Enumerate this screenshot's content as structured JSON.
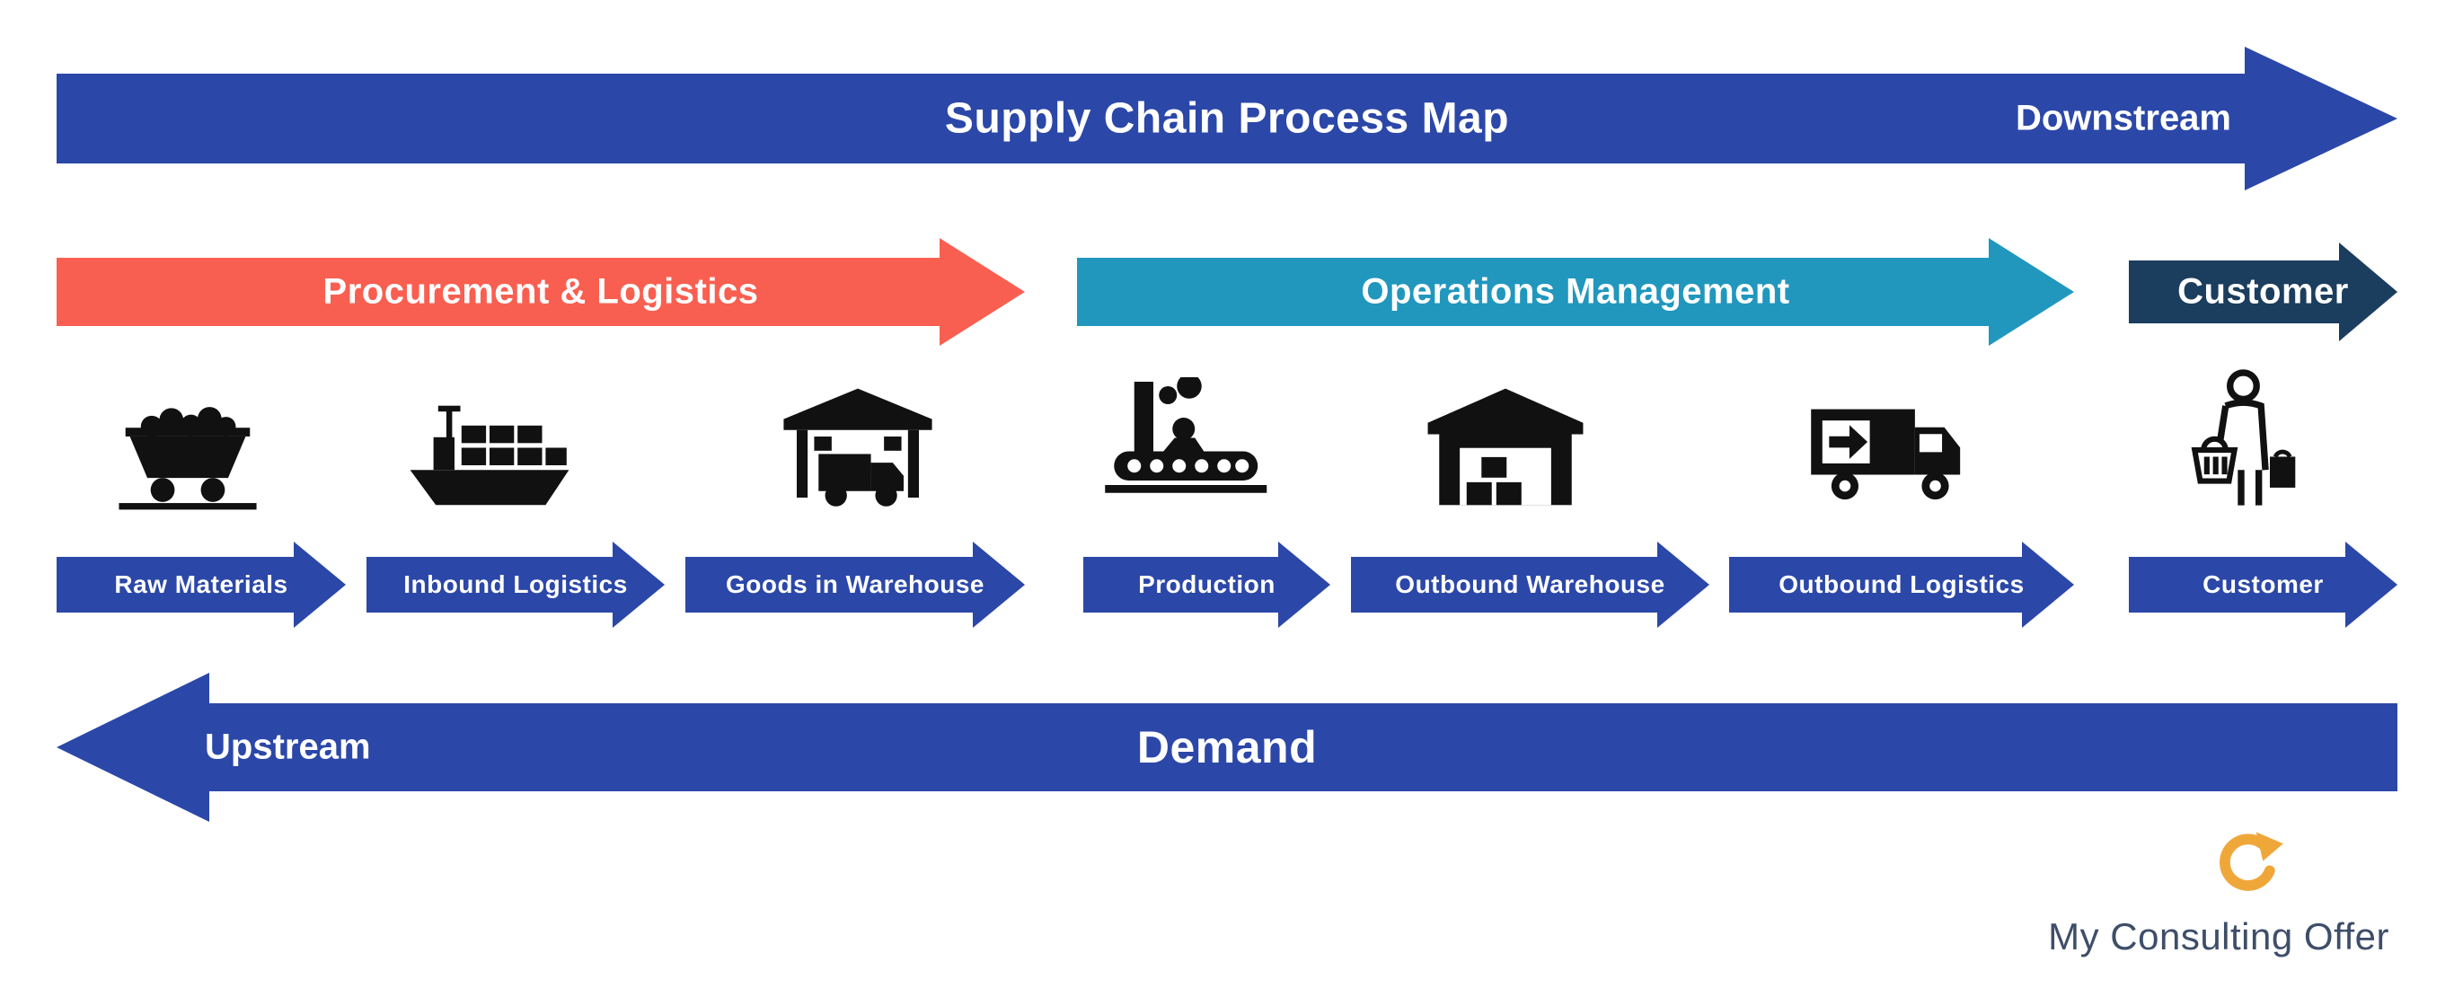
{
  "colors": {
    "primary_blue": "#2B47A8",
    "procurement_red": "#F95F50",
    "operations_teal": "#2197BE",
    "customer_navy": "#1B3D5E",
    "icon_black": "#111111",
    "logo_gold": "#F0A73A",
    "logo_text_color": "#3E4E69",
    "background": "#FFFFFF"
  },
  "top_arrow": {
    "title": "Supply Chain Process Map",
    "right_label": "Downstream"
  },
  "phase_arrows": [
    {
      "label": "Procurement & Logistics",
      "color": "#F95F50"
    },
    {
      "label": "Operations Management",
      "color": "#2197BE"
    },
    {
      "label": "Customer",
      "color": "#1B3D5E"
    }
  ],
  "stages": [
    {
      "label": "Raw Materials",
      "icon": "mining-cart-icon"
    },
    {
      "label": "Inbound Logistics",
      "icon": "cargo-ship-icon"
    },
    {
      "label": "Goods in Warehouse",
      "icon": "warehouse-truck-icon"
    },
    {
      "label": "Production",
      "icon": "factory-icon"
    },
    {
      "label": "Outbound Warehouse",
      "icon": "warehouse-icon"
    },
    {
      "label": "Outbound Logistics",
      "icon": "delivery-truck-icon"
    },
    {
      "label": "Customer",
      "icon": "customer-shopper-icon"
    }
  ],
  "bottom_arrow": {
    "left_label": "Upstream",
    "title": "Demand"
  },
  "logo": {
    "text": "My Consulting Offer"
  }
}
